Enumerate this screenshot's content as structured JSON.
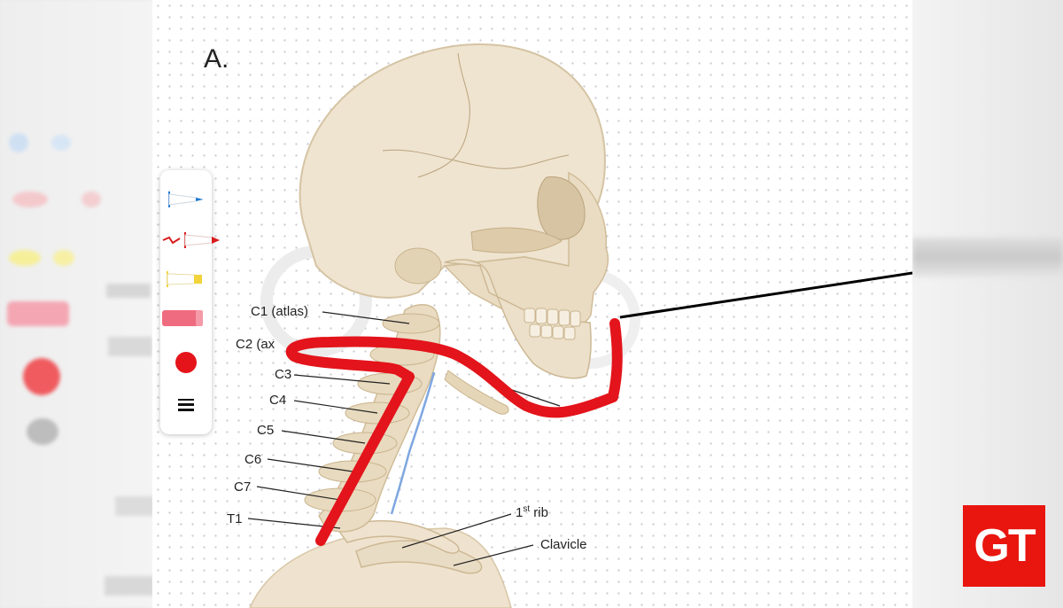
{
  "figure": {
    "label": "A.",
    "labels": {
      "c1": "C1 (atlas)",
      "c2": "C2 (ax",
      "c3": "C3",
      "c4": "C4",
      "c5": "C5",
      "c6": "C6",
      "c7": "C7",
      "t1": "T1",
      "rib_prefix": "1",
      "rib_sup": "st",
      "rib_suffix": " rib",
      "clavicle": "Clavicle"
    }
  },
  "toolbar": {
    "tools": [
      {
        "name": "pen-blue",
        "color": "#1e7ad6"
      },
      {
        "name": "pen-red",
        "color": "#d81b1b"
      },
      {
        "name": "highlighter-yellow",
        "color": "#f2d33a"
      },
      {
        "name": "eraser",
        "color": "#ef6b7f"
      },
      {
        "name": "color-red",
        "color": "#e5141b"
      },
      {
        "name": "stroke-width",
        "color": "#111111"
      }
    ]
  },
  "annotation": {
    "stroke_color": "#e3141b",
    "pointer_color": "#000000"
  },
  "watermark": {
    "text": "GT",
    "color": "#e8160f"
  }
}
